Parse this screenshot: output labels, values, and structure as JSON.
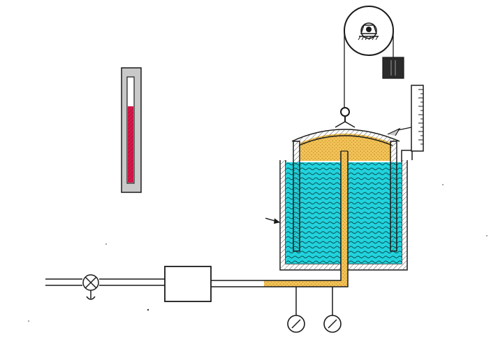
{
  "diagram": {
    "title": "",
    "labels": [],
    "colors": {
      "outline": "#1a1a1a",
      "water": "#21d2dc",
      "water_wave": "#0b5a60",
      "gas": "#f2c257",
      "gas_dots": "#b98a25",
      "thermometer_liquid": "#d8184a",
      "thermometer_casing": "#c9c9c9",
      "vessel_wall": "#a9a9a9",
      "counterweight": "#2b2b2b",
      "gauge_face": "#ffffff"
    },
    "components": [
      "thermometer",
      "inlet-pipe",
      "shutoff-valve",
      "filter-box",
      "gas-supply-pipe",
      "pressure-gauge-left",
      "pressure-gauge-right",
      "water-tank",
      "gas-holder-bell",
      "water-in-tank",
      "gas-under-bell",
      "lifting-hook",
      "cable",
      "pulley",
      "counterweight",
      "scale-ruler",
      "gauge-pointer",
      "level-arrow"
    ]
  }
}
